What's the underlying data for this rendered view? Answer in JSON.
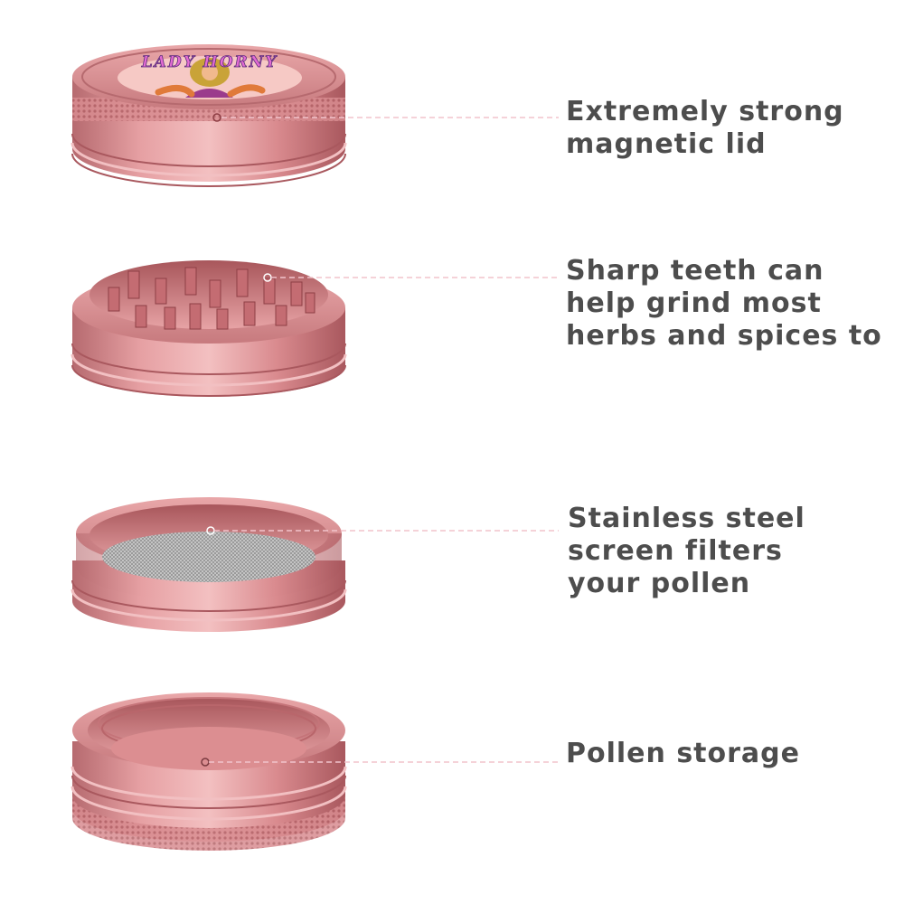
{
  "colors": {
    "background": "#ffffff",
    "label_text": "#4d4d4d",
    "grinder_metal": "#d9868a",
    "grinder_dark": "#a8565b",
    "leader_line": "#f2c4cc"
  },
  "features": [
    {
      "lines": [
        "Extremely strong",
        "magnetic lid"
      ]
    },
    {
      "lines": [
        "Sharp teeth can",
        "help grind most",
        "herbs and spices to"
      ]
    },
    {
      "lines": [
        "Stainless steel",
        "screen filters",
        "your pollen"
      ]
    },
    {
      "lines": [
        "Pollen storage"
      ]
    }
  ],
  "logo_text": "LADY HORNY"
}
